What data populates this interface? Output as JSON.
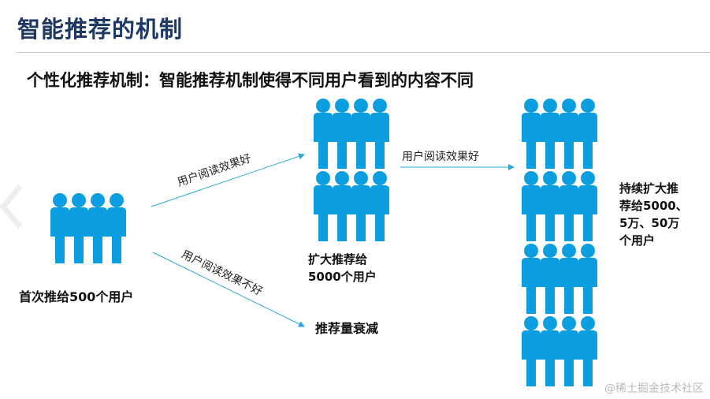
{
  "slide": {
    "title": "智能推荐的机制",
    "subtitle": "个性化推荐机制：智能推荐机制使得不同用户看到的内容不同"
  },
  "groups": {
    "initial": {
      "label": "首次推给500个用户"
    },
    "expanded": {
      "label_line1": "扩大推荐给",
      "label_line2": "5000个用户"
    },
    "continued": {
      "label_line1": "持续扩大推",
      "label_line2": "荐给5000、",
      "label_line3": "5万、50万",
      "label_line4": "个用户"
    },
    "decline": {
      "label": "推荐量衰减"
    }
  },
  "arrows": {
    "good_upper": "用户阅读效果好",
    "good_right": "用户阅读效果好",
    "bad_lower": "用户阅读效果不好"
  },
  "colors": {
    "person": "#0a9ee0",
    "title": "#1f3864",
    "arrow": "#2aa7dc"
  },
  "icons": {
    "person": "person-silhouette-icon",
    "nav": "chevron-left-icon"
  },
  "watermark": "@稀土掘金技术社区"
}
